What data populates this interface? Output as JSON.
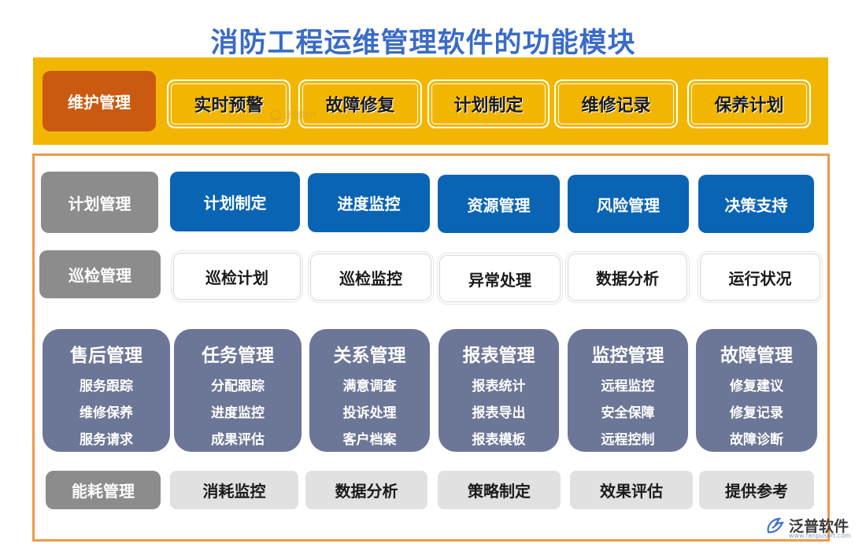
{
  "title": "消防工程运维管理软件的功能模块",
  "colors": {
    "title": "#3a6cc6",
    "band": "#f2b600",
    "frame": "#f0994a",
    "orange": "#c95a0f",
    "blue": "#0a64b4",
    "slate": "#6c7696",
    "gray": "#8c8c8c",
    "lightgray": "#e1e1e1"
  },
  "maintenance": {
    "label": "维护管理",
    "items": [
      "实时预警",
      "故障修复",
      "计划制定",
      "维修记录",
      "保养计划"
    ]
  },
  "watermark": "计划软件",
  "planning": {
    "label": "计划管理",
    "items": [
      "计划制定",
      "进度监控",
      "资源管理",
      "风险管理",
      "决策支持"
    ]
  },
  "inspection": {
    "label": "巡检管理",
    "items": [
      "巡检计划",
      "巡检监控",
      "异常处理",
      "数据分析",
      "运行状况"
    ]
  },
  "modules": [
    {
      "title": "售后管理",
      "items": [
        "服务跟踪",
        "维修保养",
        "服务请求"
      ]
    },
    {
      "title": "任务管理",
      "items": [
        "分配跟踪",
        "进度监控",
        "成果评估"
      ]
    },
    {
      "title": "关系管理",
      "items": [
        "满意调查",
        "投诉处理",
        "客户档案"
      ]
    },
    {
      "title": "报表管理",
      "items": [
        "报表统计",
        "报表导出",
        "报表模板"
      ]
    },
    {
      "title": "监控管理",
      "items": [
        "远程监控",
        "安全保障",
        "远程控制"
      ]
    },
    {
      "title": "故障管理",
      "items": [
        "修复建议",
        "修复记录",
        "故障诊断"
      ]
    }
  ],
  "energy": {
    "label": "能耗管理",
    "items": [
      "消耗监控",
      "数据分析",
      "策略制定",
      "效果评估",
      "提供参考"
    ]
  },
  "logo": {
    "text": "泛普软件",
    "url": "www.fanpusoft.com"
  }
}
